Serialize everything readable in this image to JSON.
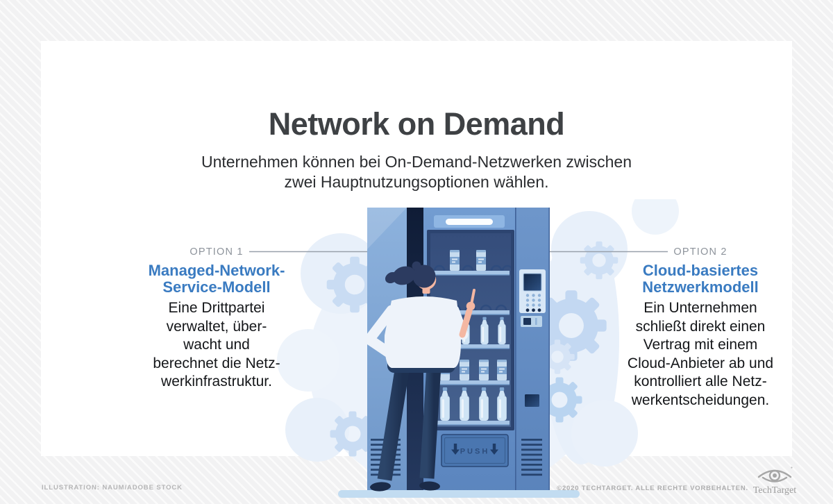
{
  "header": {
    "title": "Network on Demand",
    "subtitle": "Unternehmen können bei On-Demand-Netzwerken zwischen\nzwei Hauptnutzungsoptionen wählen."
  },
  "options": [
    {
      "label": "OPTION 1",
      "heading": "Managed-Network-\nService-Modell",
      "description": "Eine Drittpartei\nverwaltet, über-\nwacht und\nberechnet die Netz-\nwerkinfrastruktur."
    },
    {
      "label": "OPTION 2",
      "heading": "Cloud-basiertes\nNetzwerkmodell",
      "description": "Ein Unternehmen\nschließt direkt einen\nVertrag mit einem\nCloud-Anbieter ab und\nkontrolliert alle Netz-\nwerkentscheidungen."
    }
  ],
  "illustration": {
    "push_label": "PUSH"
  },
  "footer": {
    "credit": "ILLUSTRATION: NAUM/ADOBE STOCK",
    "copyright": "©2020 TECHTARGET. ALLE RECHTE VORBEHALTEN.",
    "logo_text": "TechTarget"
  },
  "colors": {
    "accent_blue": "#3a7bc1",
    "title_gray": "#3e4144",
    "option_label_gray": "#8d939b",
    "machine_blue": "#6f9acf",
    "dark_navy": "#223a5f",
    "gear_blue": "#c6daf2",
    "stripe_background": "#f2f2f3"
  }
}
